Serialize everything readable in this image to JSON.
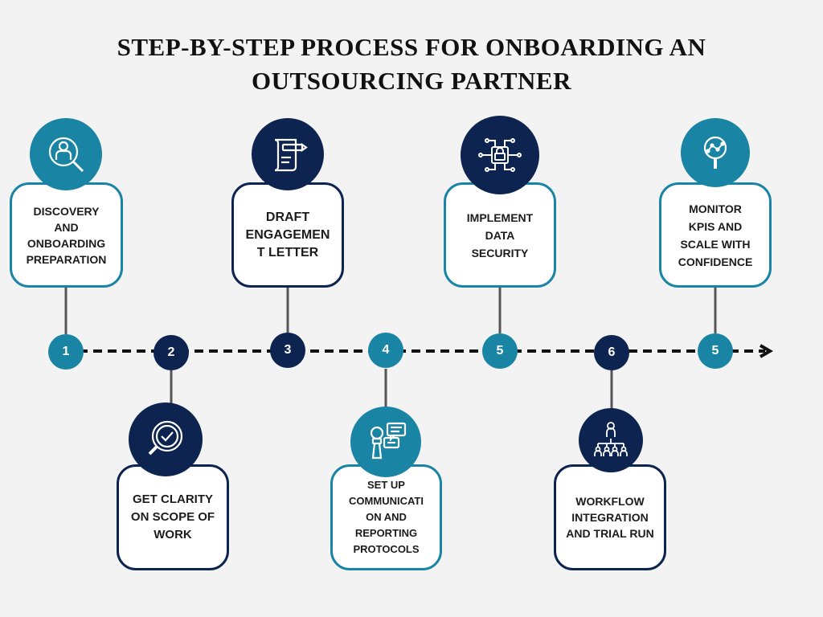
{
  "title": {
    "line1": "STEP-BY-STEP PROCESS FOR ONBOARDING AN",
    "line2": "OUTSOURCING PARTNER"
  },
  "colors": {
    "teal": "#1a84a4",
    "navy": "#0d2350",
    "background": "#f3f3f3"
  },
  "steps": [
    {
      "number": "1",
      "label": "DISCOVERY\nAND\nONBOARDING\nPREPARATION",
      "icon": "person-search-icon"
    },
    {
      "number": "2",
      "label": "GET CLARITY\nON SCOPE OF\nWORK",
      "icon": "magnifier-check-icon"
    },
    {
      "number": "3",
      "label": "DRAFT\nENGAGEMEN\nT LETTER",
      "icon": "document-pen-icon"
    },
    {
      "number": "4",
      "label": "SET UP\nCOMMUNICATI\nON AND\nREPORTING\nPROTOCOLS",
      "icon": "microphone-chat-icon"
    },
    {
      "number": "5",
      "label": "IMPLEMENT\nDATA\nSECURITY",
      "icon": "circuit-lock-icon"
    },
    {
      "number": "6",
      "label": "WORKFLOW\nINTEGRATION\nAND TRIAL RUN",
      "icon": "org-chart-icon"
    },
    {
      "number": "5",
      "label": "MONITOR\nKPIS AND\nSCALE WITH\nCONFIDENCE",
      "icon": "kpi-magnifier-icon"
    }
  ]
}
